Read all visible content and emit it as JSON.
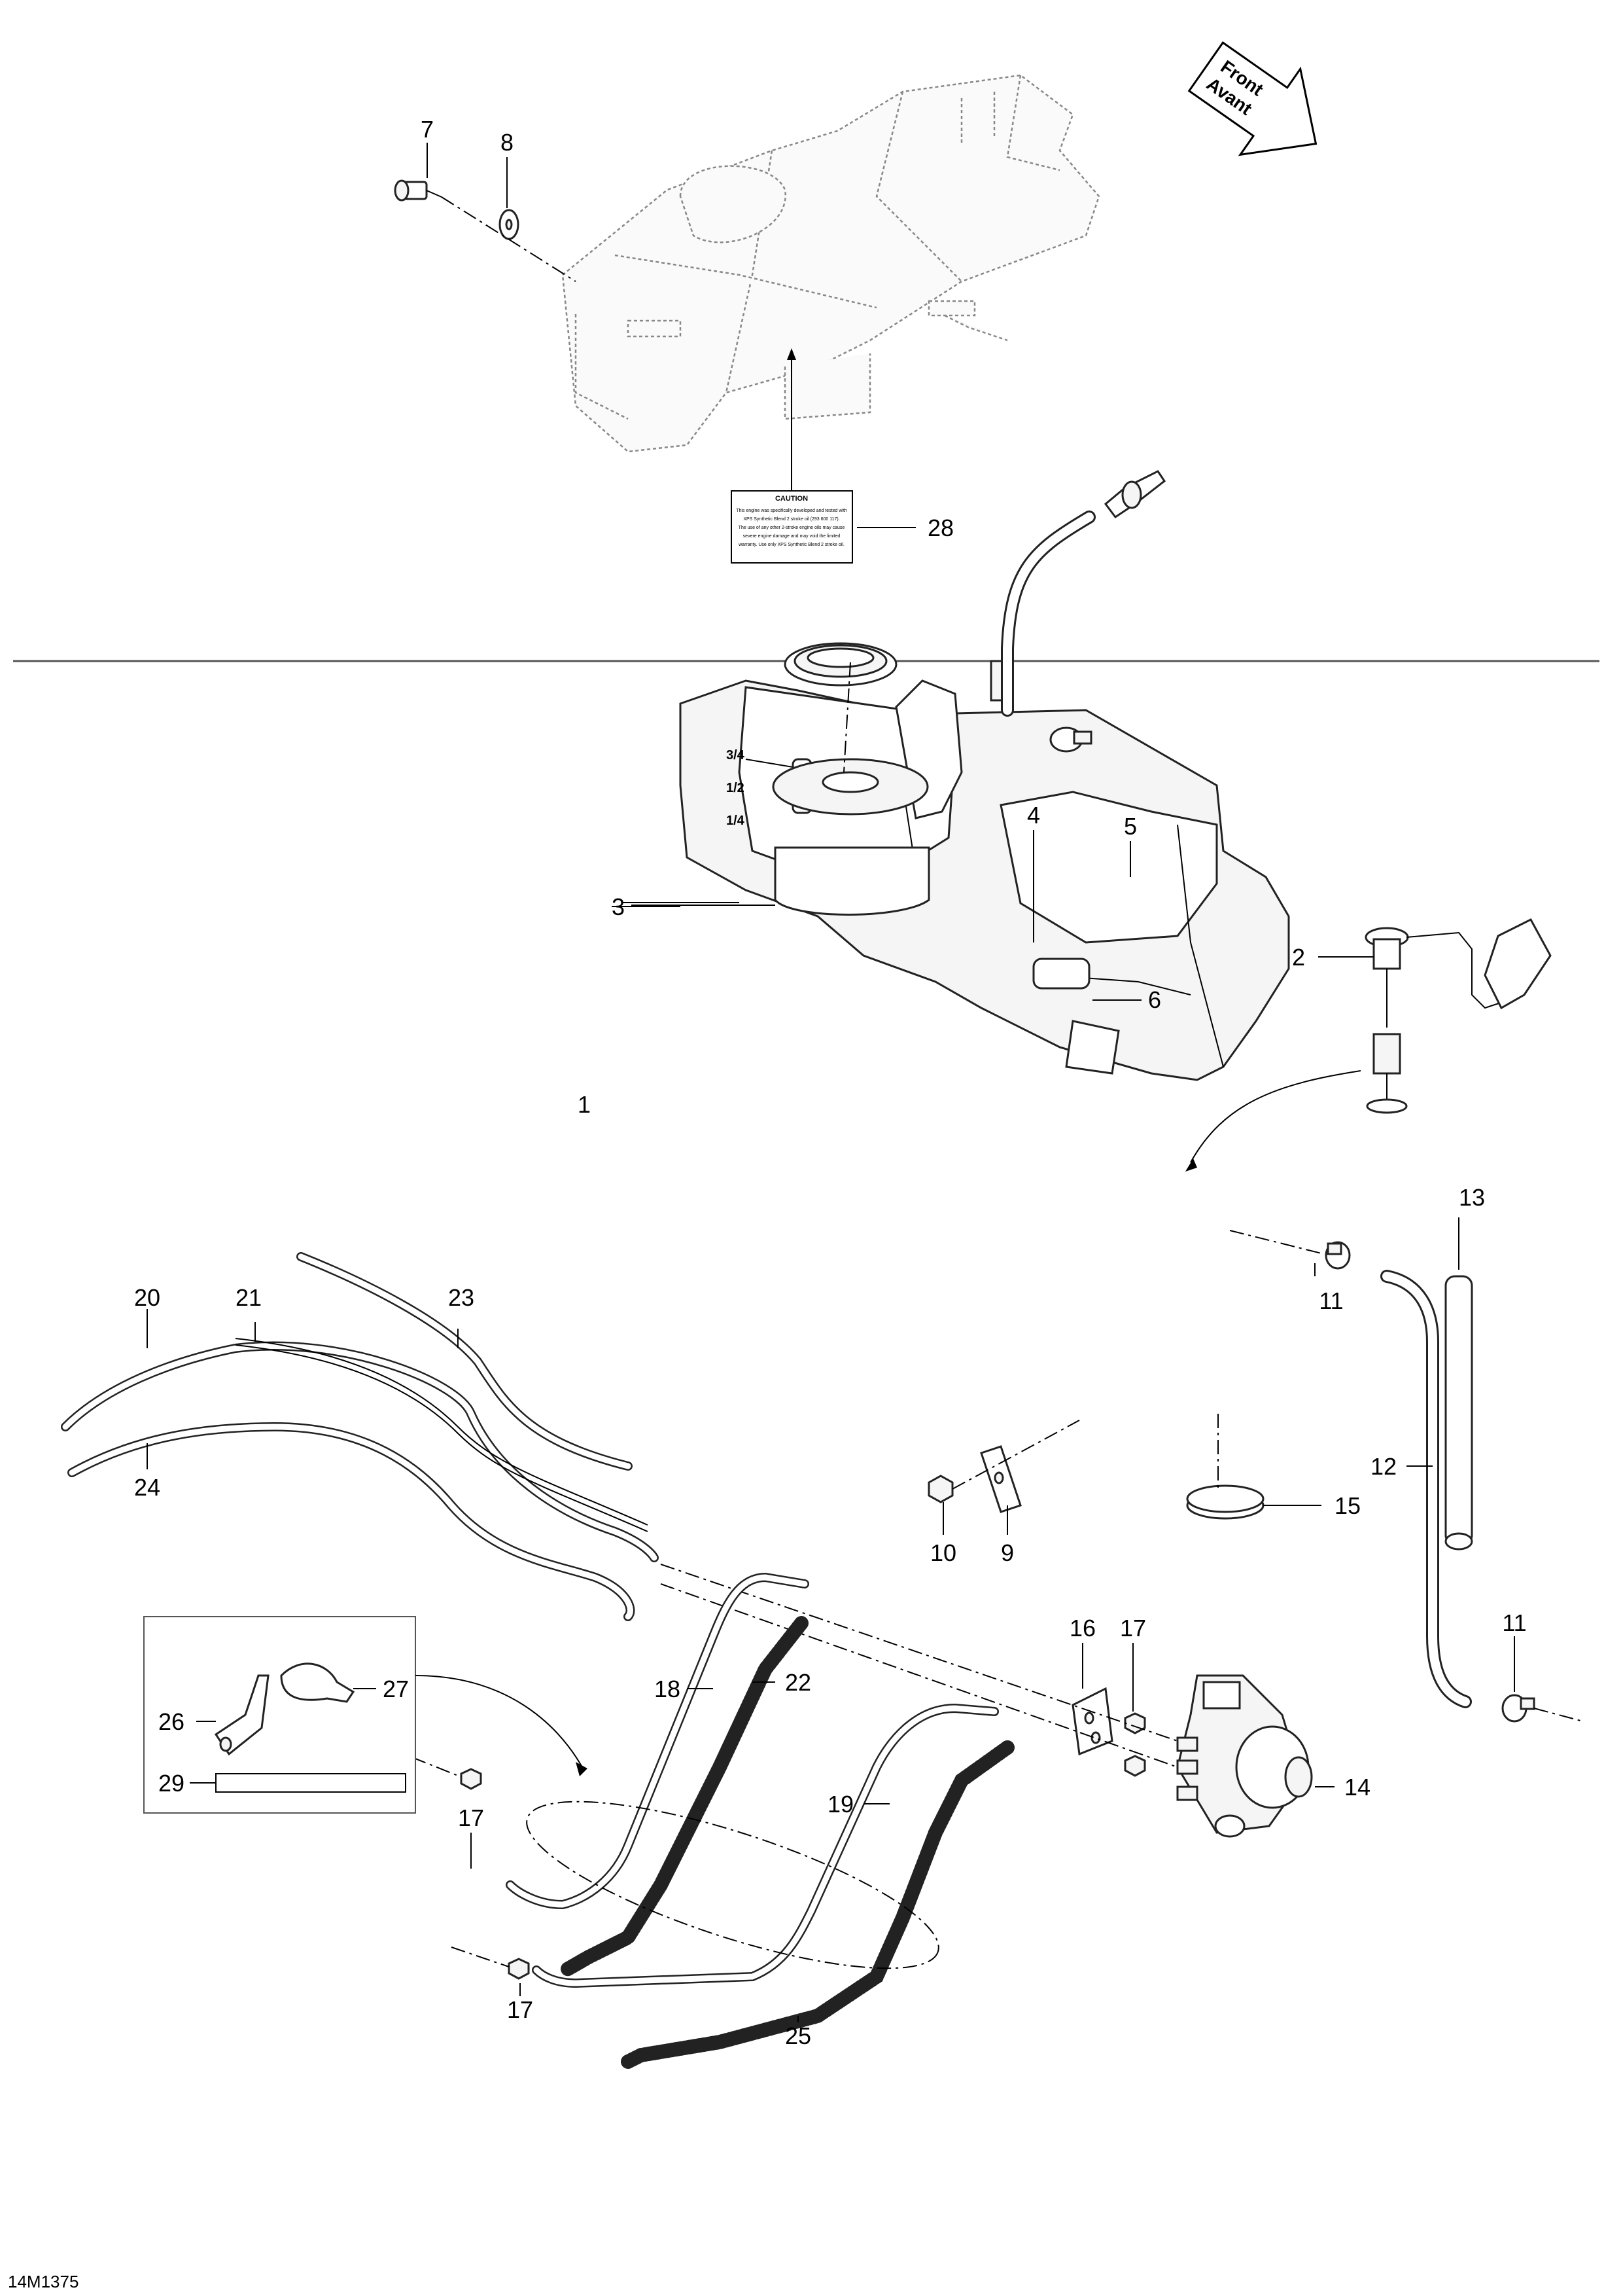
{
  "diagram_id": "14M1375",
  "direction_arrow": {
    "line1": "Front",
    "line2": "Avant"
  },
  "caution_label": {
    "title": "CAUTION",
    "lines": [
      "This engine was specifically developed and tested with",
      "XPS Synthetic Blend 2 stroke oil (293 600 117).",
      "The use of any other 2-stroke engine oils may cause",
      "severe engine damage and may void the limited",
      "warranty. Use only XPS Synthetic Blend 2 stroke oil."
    ]
  },
  "callouts": {
    "c1": "1",
    "c2": "2",
    "c3": "3",
    "c4": "4",
    "c5": "5",
    "c6": "6",
    "c7": "7",
    "c8": "8",
    "c9": "9",
    "c10": "10",
    "c11a": "11",
    "c11b": "11",
    "c12": "12",
    "c13": "13",
    "c14": "14",
    "c15": "15",
    "c16": "16",
    "c17a": "17",
    "c17b": "17",
    "c17c": "17",
    "c18": "18",
    "c19": "19",
    "c20": "20",
    "c21": "21",
    "c22": "22",
    "c23": "23",
    "c24": "24",
    "c25": "25",
    "c26": "26",
    "c27": "27",
    "c28": "28",
    "c29": "29"
  },
  "tank_marks": {
    "full": "3/4",
    "half": "1/2",
    "quarter": "1/4"
  },
  "colors": {
    "ink": "#000000",
    "part_fill": "#f5f5f5",
    "ghost": "#888888"
  }
}
